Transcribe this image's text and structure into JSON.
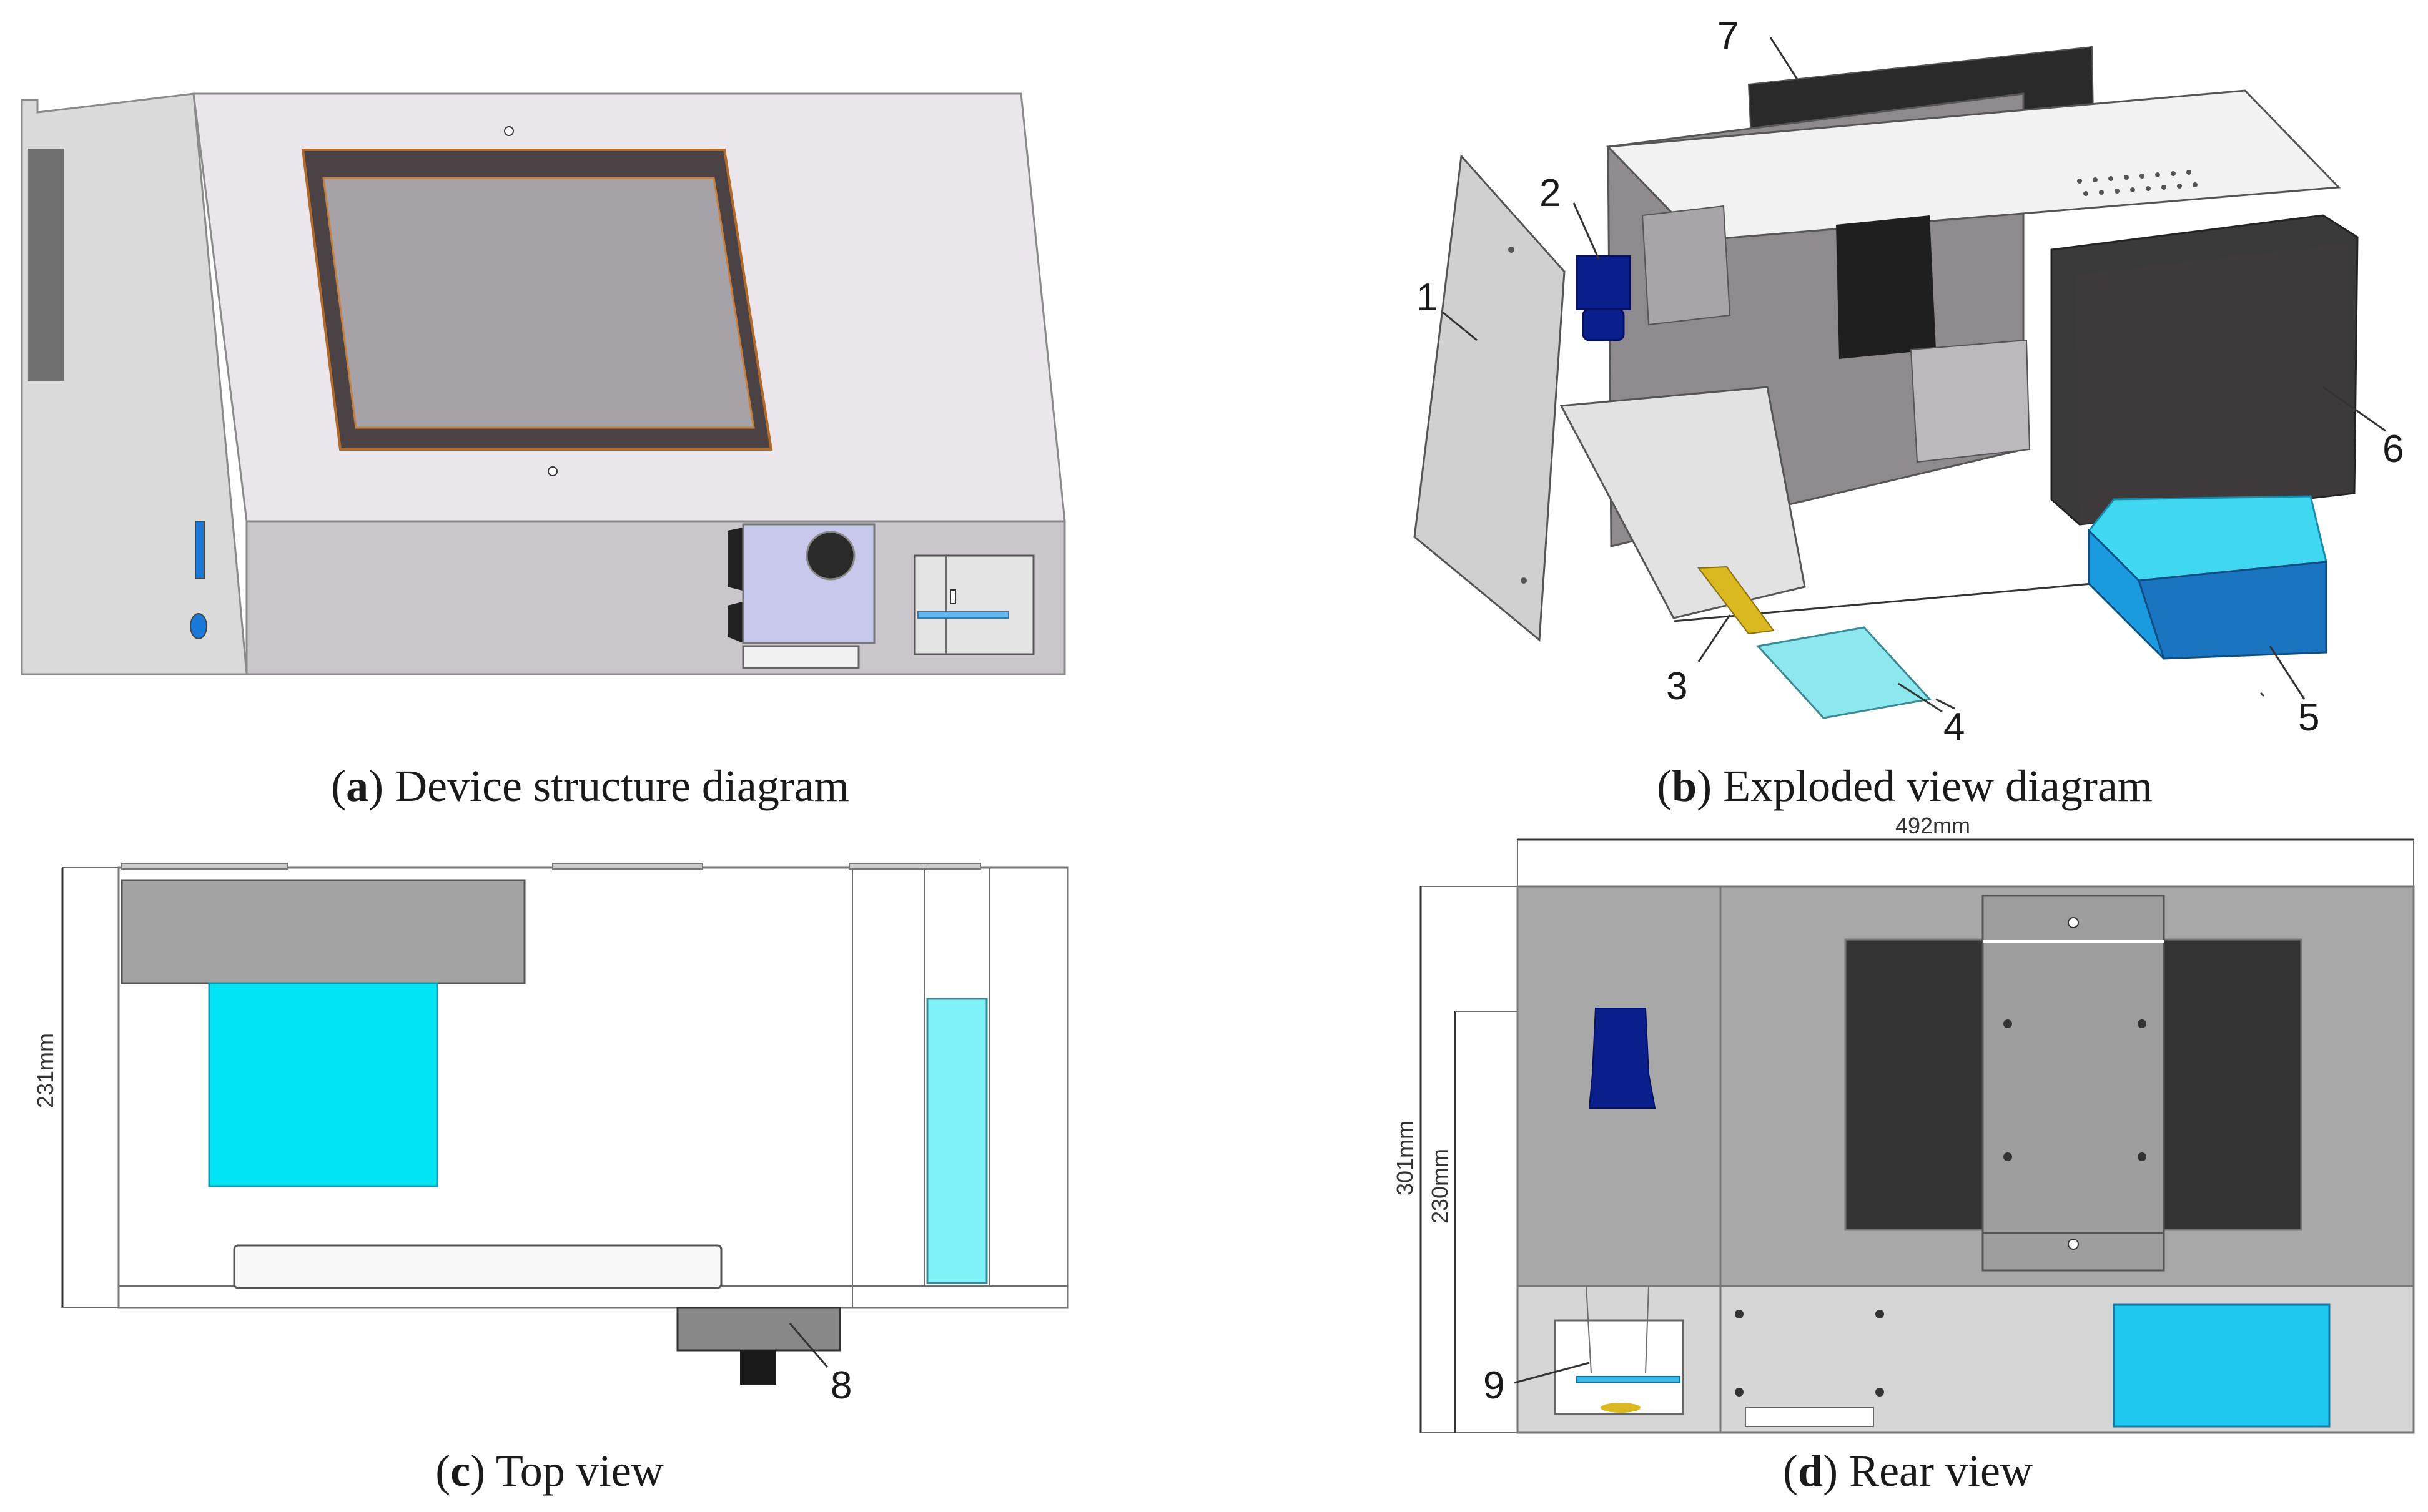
{
  "panels": {
    "a": {
      "letter": "a",
      "caption": " Device structure diagram"
    },
    "b": {
      "letter": "b",
      "caption": " Exploded view diagram"
    },
    "c": {
      "letter": "c",
      "caption": " Top view"
    },
    "d": {
      "letter": "d",
      "caption": " Rear view"
    }
  },
  "callouts": {
    "n1": "1",
    "n2": "2",
    "n3": "3",
    "n4": "4",
    "n5": "5",
    "n6": "6",
    "n7": "7",
    "n8": "8",
    "n9": "9"
  },
  "dimensions": {
    "top_depth": "231mm",
    "rear_width": "492mm",
    "rear_height_total": "301mm",
    "rear_height_inner": "230mm"
  },
  "colors": {
    "panel_light": "#dcdcdc",
    "panel_mid": "#a8a8a8",
    "panel_dark": "#3a3a3a",
    "screen_gray": "#a7a2a7",
    "cyan": "#00e5f5",
    "blue_box": "#1a9be0",
    "navy": "#0a1e8c"
  }
}
